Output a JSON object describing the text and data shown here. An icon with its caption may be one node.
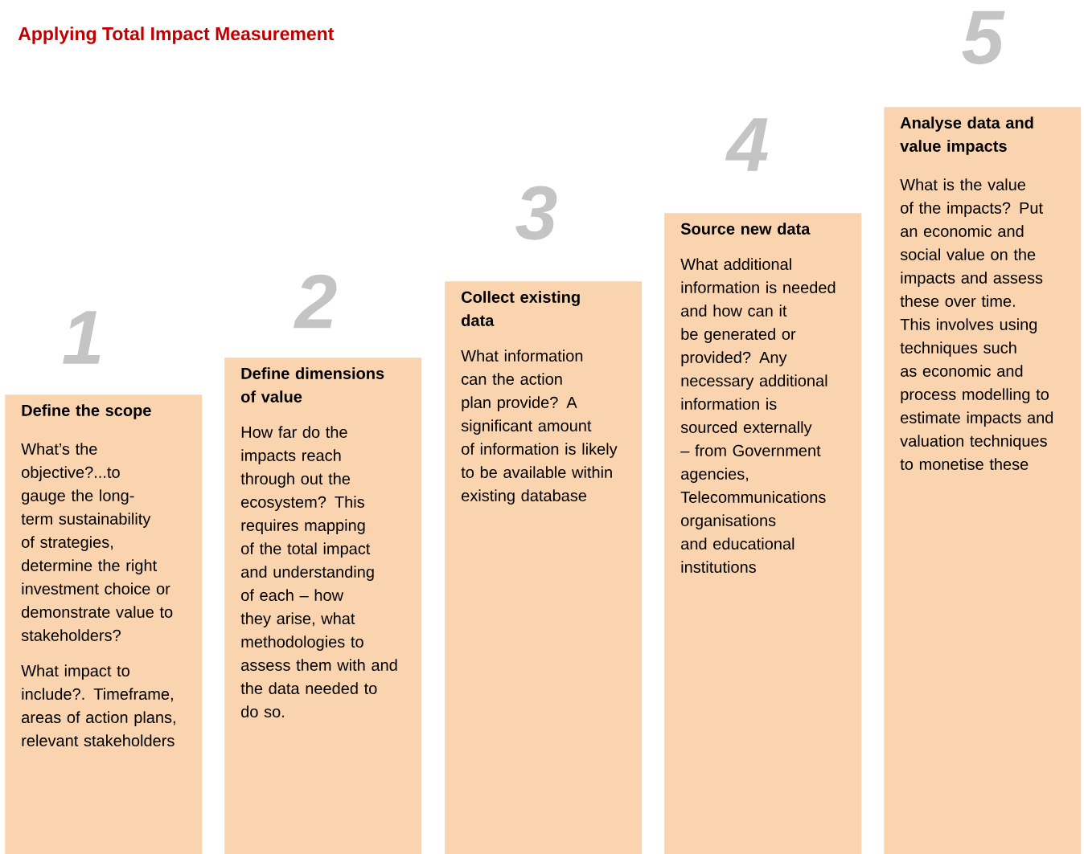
{
  "diagram": {
    "title": "Applying Total Impact Measurement",
    "nodes": [
      {
        "text": [
          "Define the scope",
          "What’s the objective?...to gauge the long-term sustainability of strategies, determine the right investment choice or demonstrate value to stakeholders?",
          "What impact to include?. Timeframe, areas of action plans, relevant stakeholders"
        ],
        "beside": [
          "1"
        ]
      },
      {
        "text": [
          "Define dimensions of value",
          "How far do the impacts reach through out the ecosystem? This requires mapping of the total impact and understanding of each – how they arise, what methodologies to assess them with and the data needed to do so."
        ],
        "beside": [
          "2"
        ]
      },
      {
        "text": [
          "Collect existing data",
          "What information can the action plan provide? A significant amount of information is likely to be available within existing database"
        ],
        "beside": [
          "3"
        ]
      },
      {
        "text": [
          "Source new data",
          "What additional information is needed and how can it be generated or provided? Any necessary additional information is sourced externally – from Government agencies, Telecommunications organisations and educational institutions"
        ],
        "beside": [
          "4"
        ]
      },
      {
        "text": [
          "Analyse data and value impacts",
          "What is the value of the impacts? Put an economic and social value on the impacts and assess these over time. This involves using techniques such as economic and process modelling to estimate impacts and valuation techniques to monetise these"
        ],
        "beside": [
          "5"
        ]
      }
    ]
  }
}
